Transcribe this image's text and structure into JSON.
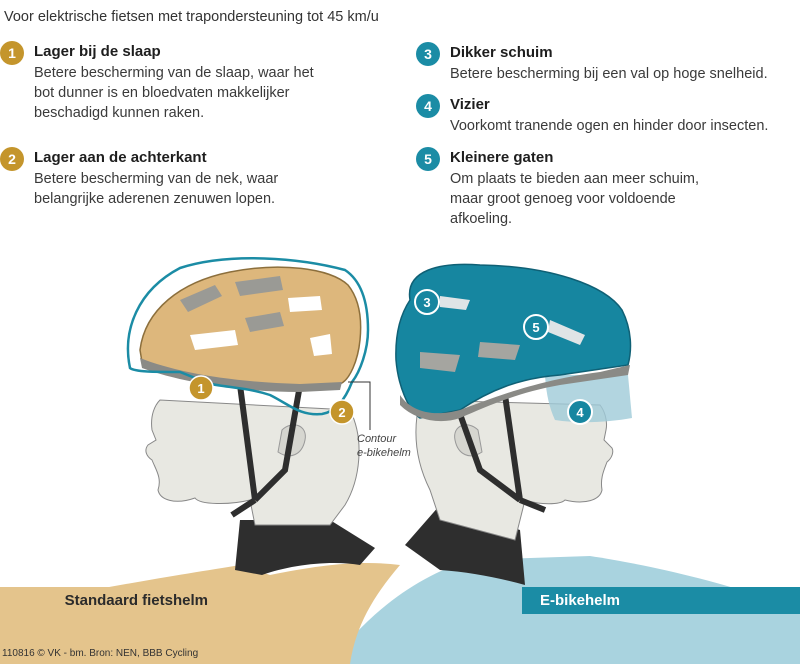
{
  "subtitle": "Voor elektrische fietsen met trapondersteuning tot 45 km/u",
  "items": [
    {
      "number": "1",
      "title": "Lager bij de slaap",
      "lines": [
        "Betere bescherming van de slaap, waar het",
        "bot dunner is en bloedvaten makkelijker",
        "beschadigd kunnen raken."
      ]
    },
    {
      "number": "2",
      "title": "Lager aan de achterkant",
      "lines": [
        "Betere bescherming van de nek, waar",
        "belangrijke aderenen zenuwen lopen."
      ]
    },
    {
      "number": "3",
      "title": "Dikker schuim",
      "lines": [
        "Betere bescherming bij een val op hoge snelheid."
      ]
    },
    {
      "number": "4",
      "title": "Vizier",
      "lines": [
        "Voorkomt tranende ogen en hinder door insecten."
      ]
    },
    {
      "number": "5",
      "title": "Kleinere gaten",
      "lines": [
        "Om plaats te bieden aan meer schuim,",
        "maar groot genoeg voor voldoende",
        "afkoeling."
      ]
    }
  ],
  "contour_label": [
    "Contour",
    "e-bikehelm"
  ],
  "label_standard": "Standaard fietshelm",
  "label_ebike": "E-bikehelm",
  "credit": "110816 © VK - bm. Bron: NEN, BBB Cycling",
  "colors": {
    "gold": "#c4952c",
    "teal": "#1b8ca5",
    "standard_helmet": "#ddb77c",
    "ebike_helmet": "#1686a0",
    "skin": "#e8e8e2",
    "shirt_standard": "#e4c48c",
    "shirt_ebike": "#a9d3df"
  }
}
